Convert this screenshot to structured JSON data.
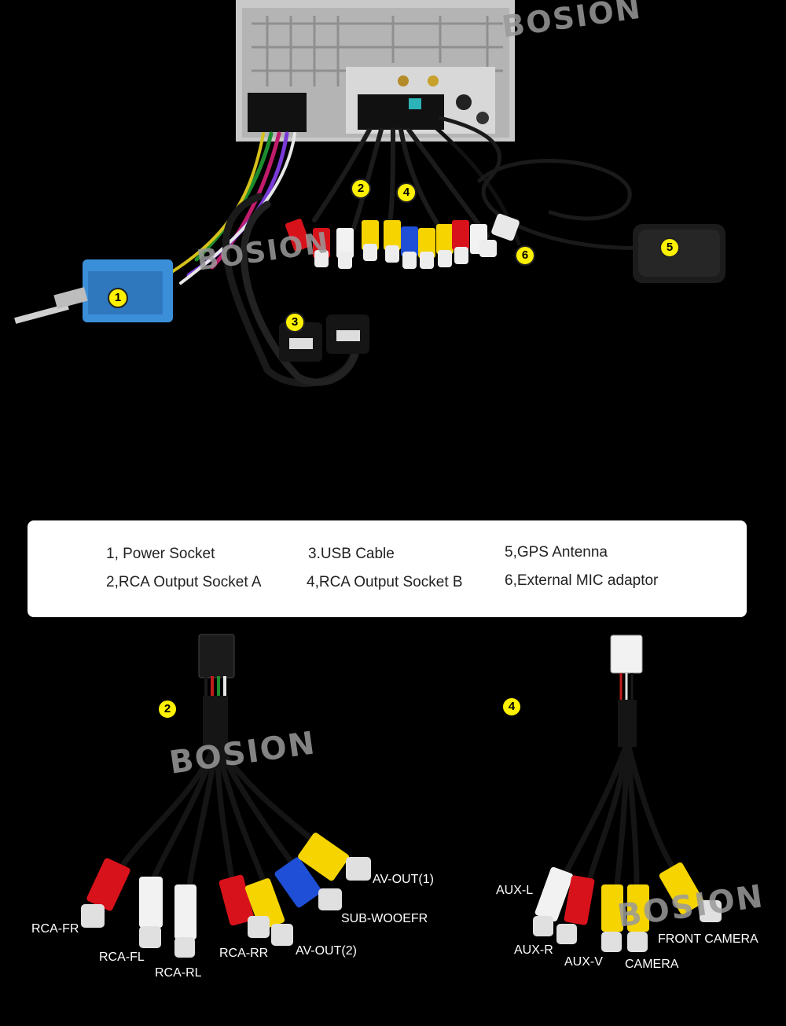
{
  "watermark": "BOSION",
  "markers": [
    "1",
    "2",
    "3",
    "4",
    "5",
    "6"
  ],
  "legend": {
    "col1": [
      "1, Power Socket",
      "2,RCA Output Socket A"
    ],
    "col2": [
      "3.USB Cable",
      "4,RCA Output Socket B"
    ],
    "col3": [
      "5,GPS Antenna",
      "6,External MIC adaptor"
    ]
  },
  "socket_a": {
    "marker": "2",
    "labels": {
      "av_out_1": "AV-OUT(1)",
      "sub_woofer": "SUB-WOOEFR",
      "rca_fr": "RCA-FR",
      "rca_fl": "RCA-FL",
      "rca_rl": "RCA-RL",
      "rca_rr": "RCA-RR",
      "av_out_2": "AV-OUT(2)"
    }
  },
  "socket_b": {
    "marker": "4",
    "labels": {
      "aux_l": "AUX-L",
      "aux_r": "AUX-R",
      "aux_v": "AUX-V",
      "camera": "CAMERA",
      "front_camera": "FRONT CAMERA"
    }
  },
  "colors": {
    "background": "#000000",
    "marker": "#fff200",
    "red": "#d8121a",
    "white": "#f2f2f2",
    "yellow": "#f5d400",
    "blue": "#1f4fd6",
    "connector_blue": "#3b8fd9"
  }
}
